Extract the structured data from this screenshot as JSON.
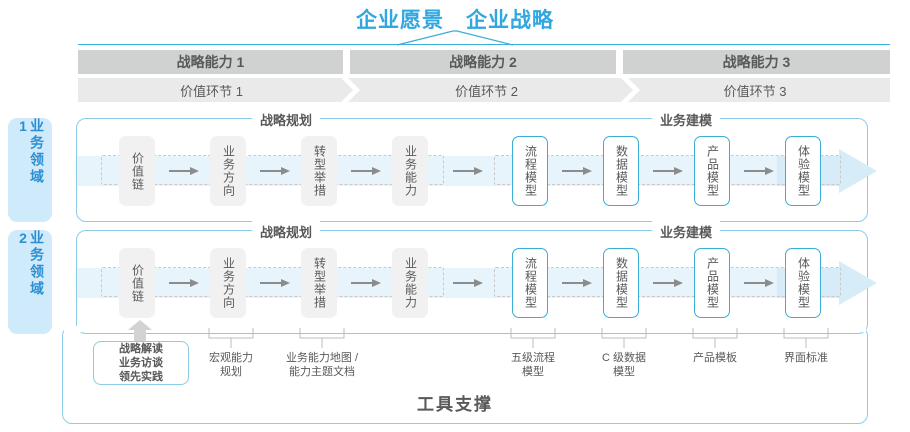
{
  "header": {
    "vision": "企业愿景",
    "strategy": "企业战略"
  },
  "capabilities": [
    {
      "label": "战略能力 1"
    },
    {
      "label": "战略能力 2"
    },
    {
      "label": "战略能力 3"
    }
  ],
  "value_links": [
    {
      "label": "价值环节 1"
    },
    {
      "label": "价值环节 2"
    },
    {
      "label": "价值环节 3"
    }
  ],
  "domains": [
    {
      "label": "业务领域 1"
    },
    {
      "label": "业务领域 2"
    }
  ],
  "groups": {
    "planning": "战略规划",
    "modeling": "业务建模"
  },
  "nodes": {
    "planning": [
      {
        "label": "价值链",
        "style": "gray"
      },
      {
        "label": "业务方向",
        "style": "gray"
      },
      {
        "label": "转型举措",
        "style": "gray"
      },
      {
        "label": "业务能力",
        "style": "gray"
      }
    ],
    "modeling": [
      {
        "label": "流程模型",
        "style": "blue"
      },
      {
        "label": "数据模型",
        "style": "blue"
      },
      {
        "label": "产品模型",
        "style": "blue"
      },
      {
        "label": "体验模型",
        "style": "blue"
      }
    ]
  },
  "callout": {
    "line1": "战略解读",
    "line2": "业务访谈",
    "line3": "领先实践"
  },
  "deliverables": [
    {
      "line1": "宏观能力",
      "line2": "规划"
    },
    {
      "line1": "业务能力地图 /",
      "line2": "能力主题文档"
    },
    {
      "line1": "五级流程",
      "line2": "模型"
    },
    {
      "line1": "C 级数据",
      "line2": "模型"
    },
    {
      "line1": "产品模板",
      "line2": ""
    },
    {
      "line1": "界面标准",
      "line2": ""
    }
  ],
  "footer": {
    "tool_support": "工具支撑"
  },
  "colors": {
    "accent_blue": "#2fa7e0",
    "border_blue": "#8ccce8",
    "band_blue": "#e8f4fb",
    "arrow_blue": "#d6ecf9",
    "domain_bg": "#cfeafb",
    "cap_bar": "#d0d1d1",
    "value_bar": "#eaeaea",
    "node_gray": "#f1f1f1",
    "text_gray": "#58595b"
  }
}
